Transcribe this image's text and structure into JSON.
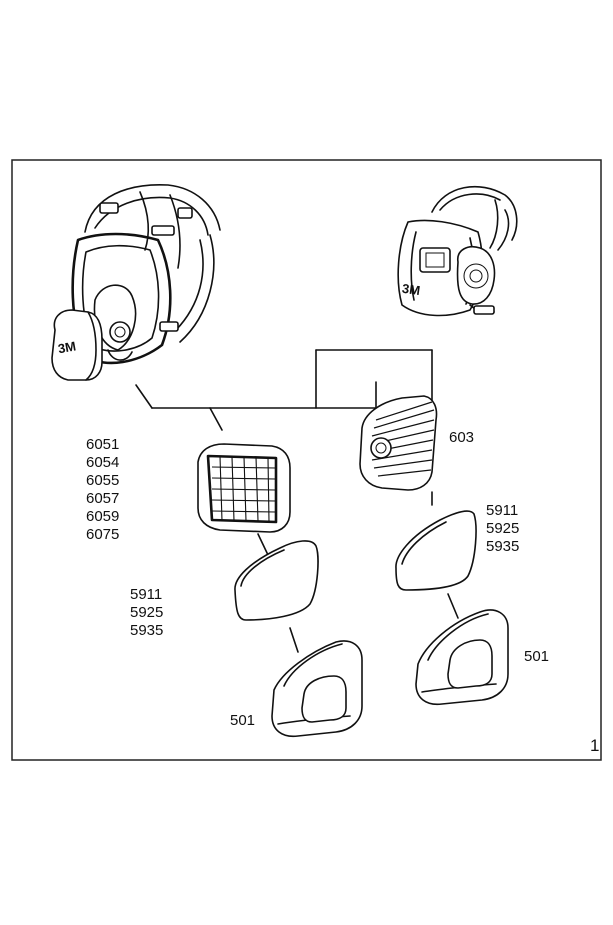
{
  "full_face_mask": {
    "logo": "3M"
  },
  "half_mask": {
    "logo": "3M"
  },
  "left_column": {
    "cartridges": [
      "6051",
      "6054",
      "6055",
      "6057",
      "6059",
      "6075"
    ],
    "prefilters": [
      "5911",
      "5925",
      "5935"
    ],
    "retainer": "501"
  },
  "right_column": {
    "cartridge": "603",
    "prefilters": [
      "5911",
      "5925",
      "5935"
    ],
    "retainer": "501"
  },
  "page_number": "1"
}
